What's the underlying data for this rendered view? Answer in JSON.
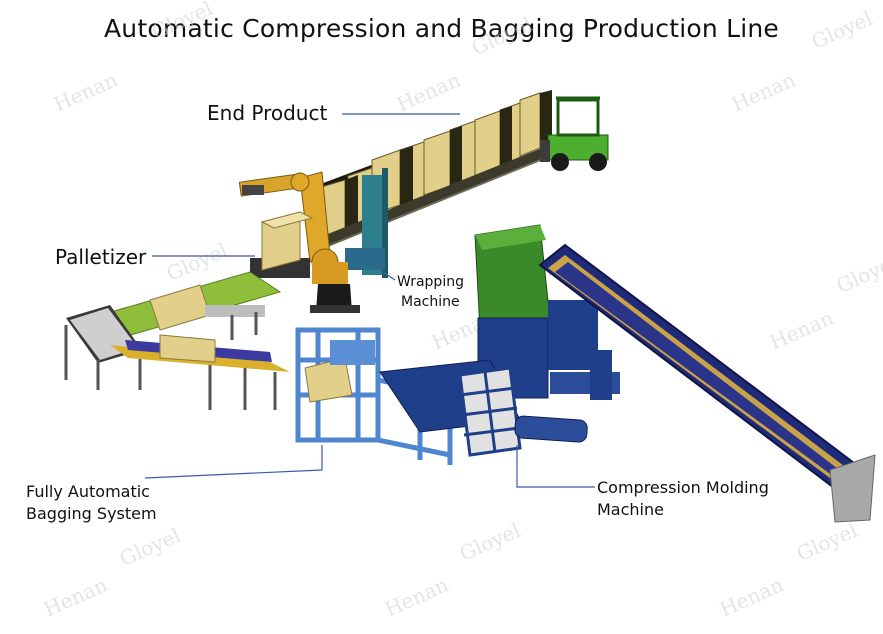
{
  "title": "Automatic Compression and Bagging Production Line",
  "labels": {
    "end_product": "End Product",
    "palletizer": "Palletizer",
    "wrapping_machine": [
      "Wrapping",
      "Machine"
    ],
    "bagging_system": [
      "Fully Automatic",
      "Bagging System"
    ],
    "compression_molding": [
      "Compression Molding",
      "Machine"
    ]
  },
  "watermarks": {
    "henan": "Henan",
    "gloyel": "Gloyel"
  },
  "colors": {
    "blue_frame": "#5b8fd6",
    "dark_blue": "#1f3f8a",
    "green": "#3a8a2a",
    "bale": "#d8c98e",
    "conveyor_green": "#8fbf3a",
    "purple_belt": "#3a3a9a",
    "forklift": "#4caf2f"
  }
}
